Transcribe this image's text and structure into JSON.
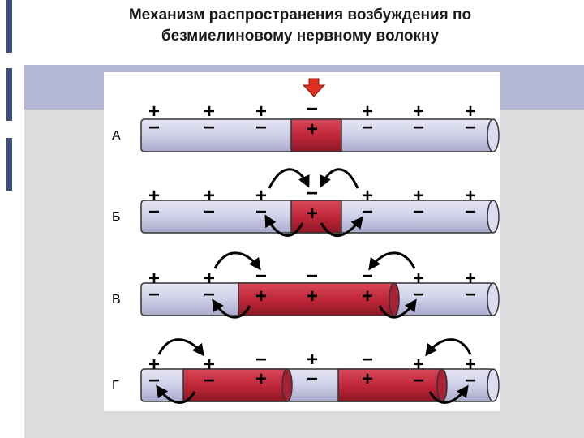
{
  "title": {
    "line1": "Механизм распространения возбуждения по",
    "line2": "безмиелиновому нервному волокну"
  },
  "colors": {
    "fiber_rest": "#cfcfe8",
    "fiber_excited": "#c0273a",
    "arrow": "#000000",
    "stimulus": "#e03020"
  },
  "rows": [
    {
      "label": "А",
      "top": [
        "+",
        "+",
        "+",
        "−",
        "+",
        "+",
        "+"
      ],
      "bottom": [
        "−",
        "−",
        "−",
        "+",
        "−",
        "−",
        "−"
      ]
    },
    {
      "label": "Б",
      "top": [
        "+",
        "+",
        "+",
        "−",
        "+",
        "+",
        "+"
      ],
      "bottom": [
        "−",
        "−",
        "−",
        "+",
        "−",
        "−",
        "−"
      ]
    },
    {
      "label": "В",
      "top": [
        "+",
        "+",
        "−",
        "−",
        "−",
        "+",
        "+"
      ],
      "bottom": [
        "−",
        "−",
        "+",
        "+",
        "+",
        "−",
        "−"
      ]
    },
    {
      "label": "Г",
      "top": [
        "+",
        "+",
        "−",
        "+",
        "−",
        "+",
        "+"
      ],
      "bottom": [
        "−",
        "−",
        "+",
        "−",
        "+",
        "−",
        "−"
      ]
    }
  ]
}
